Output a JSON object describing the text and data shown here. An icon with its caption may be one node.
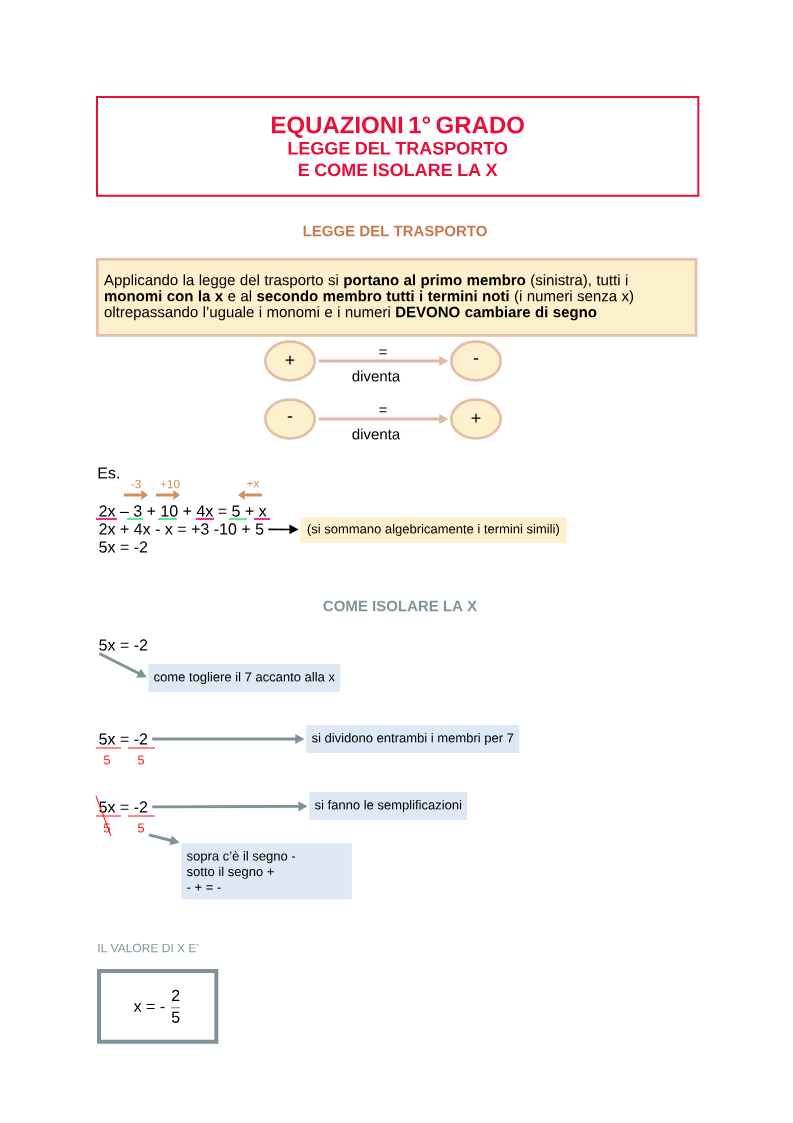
{
  "diagram": {
    "nodes": [
      {
        "text": [
          "EQUAZIONI 1° GRADO",
          "LEGGE DEL TRASPORTO E COME ISOLARE LA X"
        ]
      },
      {
        "text": [
          "Applicando la legge del trasporto si **portano al primo membro** (sinistra), tutti i **monomi con la x** e al **secondo membro tutti i termini noti** (i numeri senza x) oltrepassando l’uguale i monomi e i numeri **DEVONO cambiare di segno**"
        ]
      },
      {
        "text": [
          "+"
        ]
      },
      {
        "text": [
          "-"
        ]
      },
      {
        "text": [
          "-"
        ]
      },
      {
        "text": [
          "+"
        ]
      },
      {
        "text": [
          "2x + 4x - x = +3 -10 + 5"
        ]
      },
      {
        "text": [
          "(si sommano algebricamente i termini simili)"
        ]
      },
      {
        "text": [
          "5x = -2"
        ]
      },
      {
        "text": [
          "come togliere il 7 accanto alla x"
        ]
      },
      {
        "text": [
          "5x = -2"
        ]
      },
      {
        "text": [
          "si dividono entrambi i membri per 7"
        ]
      },
      {
        "text": [
          "5x = -2"
        ]
      },
      {
        "text": [
          "si fanno le semplificazioni"
        ]
      },
      {
        "text": [
          "5"
        ]
      },
      {
        "text": [
          "sopra c’è il segno -",
          "sotto il segno +",
          "- + = -"
        ]
      },
      {
        "text": [
          "x = -",
          "2",
          "5"
        ]
      }
    ],
    "edges": [
      {
        "from": 2,
        "to": 3,
        "arrow": "to",
        "label": "=",
        "color": "#e0b8a0"
      },
      {
        "from": 4,
        "to": 5,
        "arrow": "to",
        "label": "=",
        "color": "#e0b8a0"
      },
      {
        "from": 6,
        "to": 7,
        "arrow": "to",
        "color": "#000000"
      },
      {
        "from": 8,
        "to": 9,
        "arrow": "to"
      },
      {
        "from": 10,
        "to": 11,
        "arrow": "to"
      },
      {
        "from": 12,
        "to": 13,
        "arrow": "to"
      },
      {
        "from": 14,
        "to": 15,
        "arrow": "to"
      }
    ],
    "labels": [
      "LEGGE DEL TRASPORTO",
      "diventa",
      "diventa",
      "Es.",
      "-3",
      "+10",
      "+x",
      "2x – 3 + 10 + 4x = 5 + x",
      "5x = -2",
      "COME ISOLARE LA X",
      "5",
      "5",
      "5",
      "IL VALORE DI X E’"
    ]
  }
}
